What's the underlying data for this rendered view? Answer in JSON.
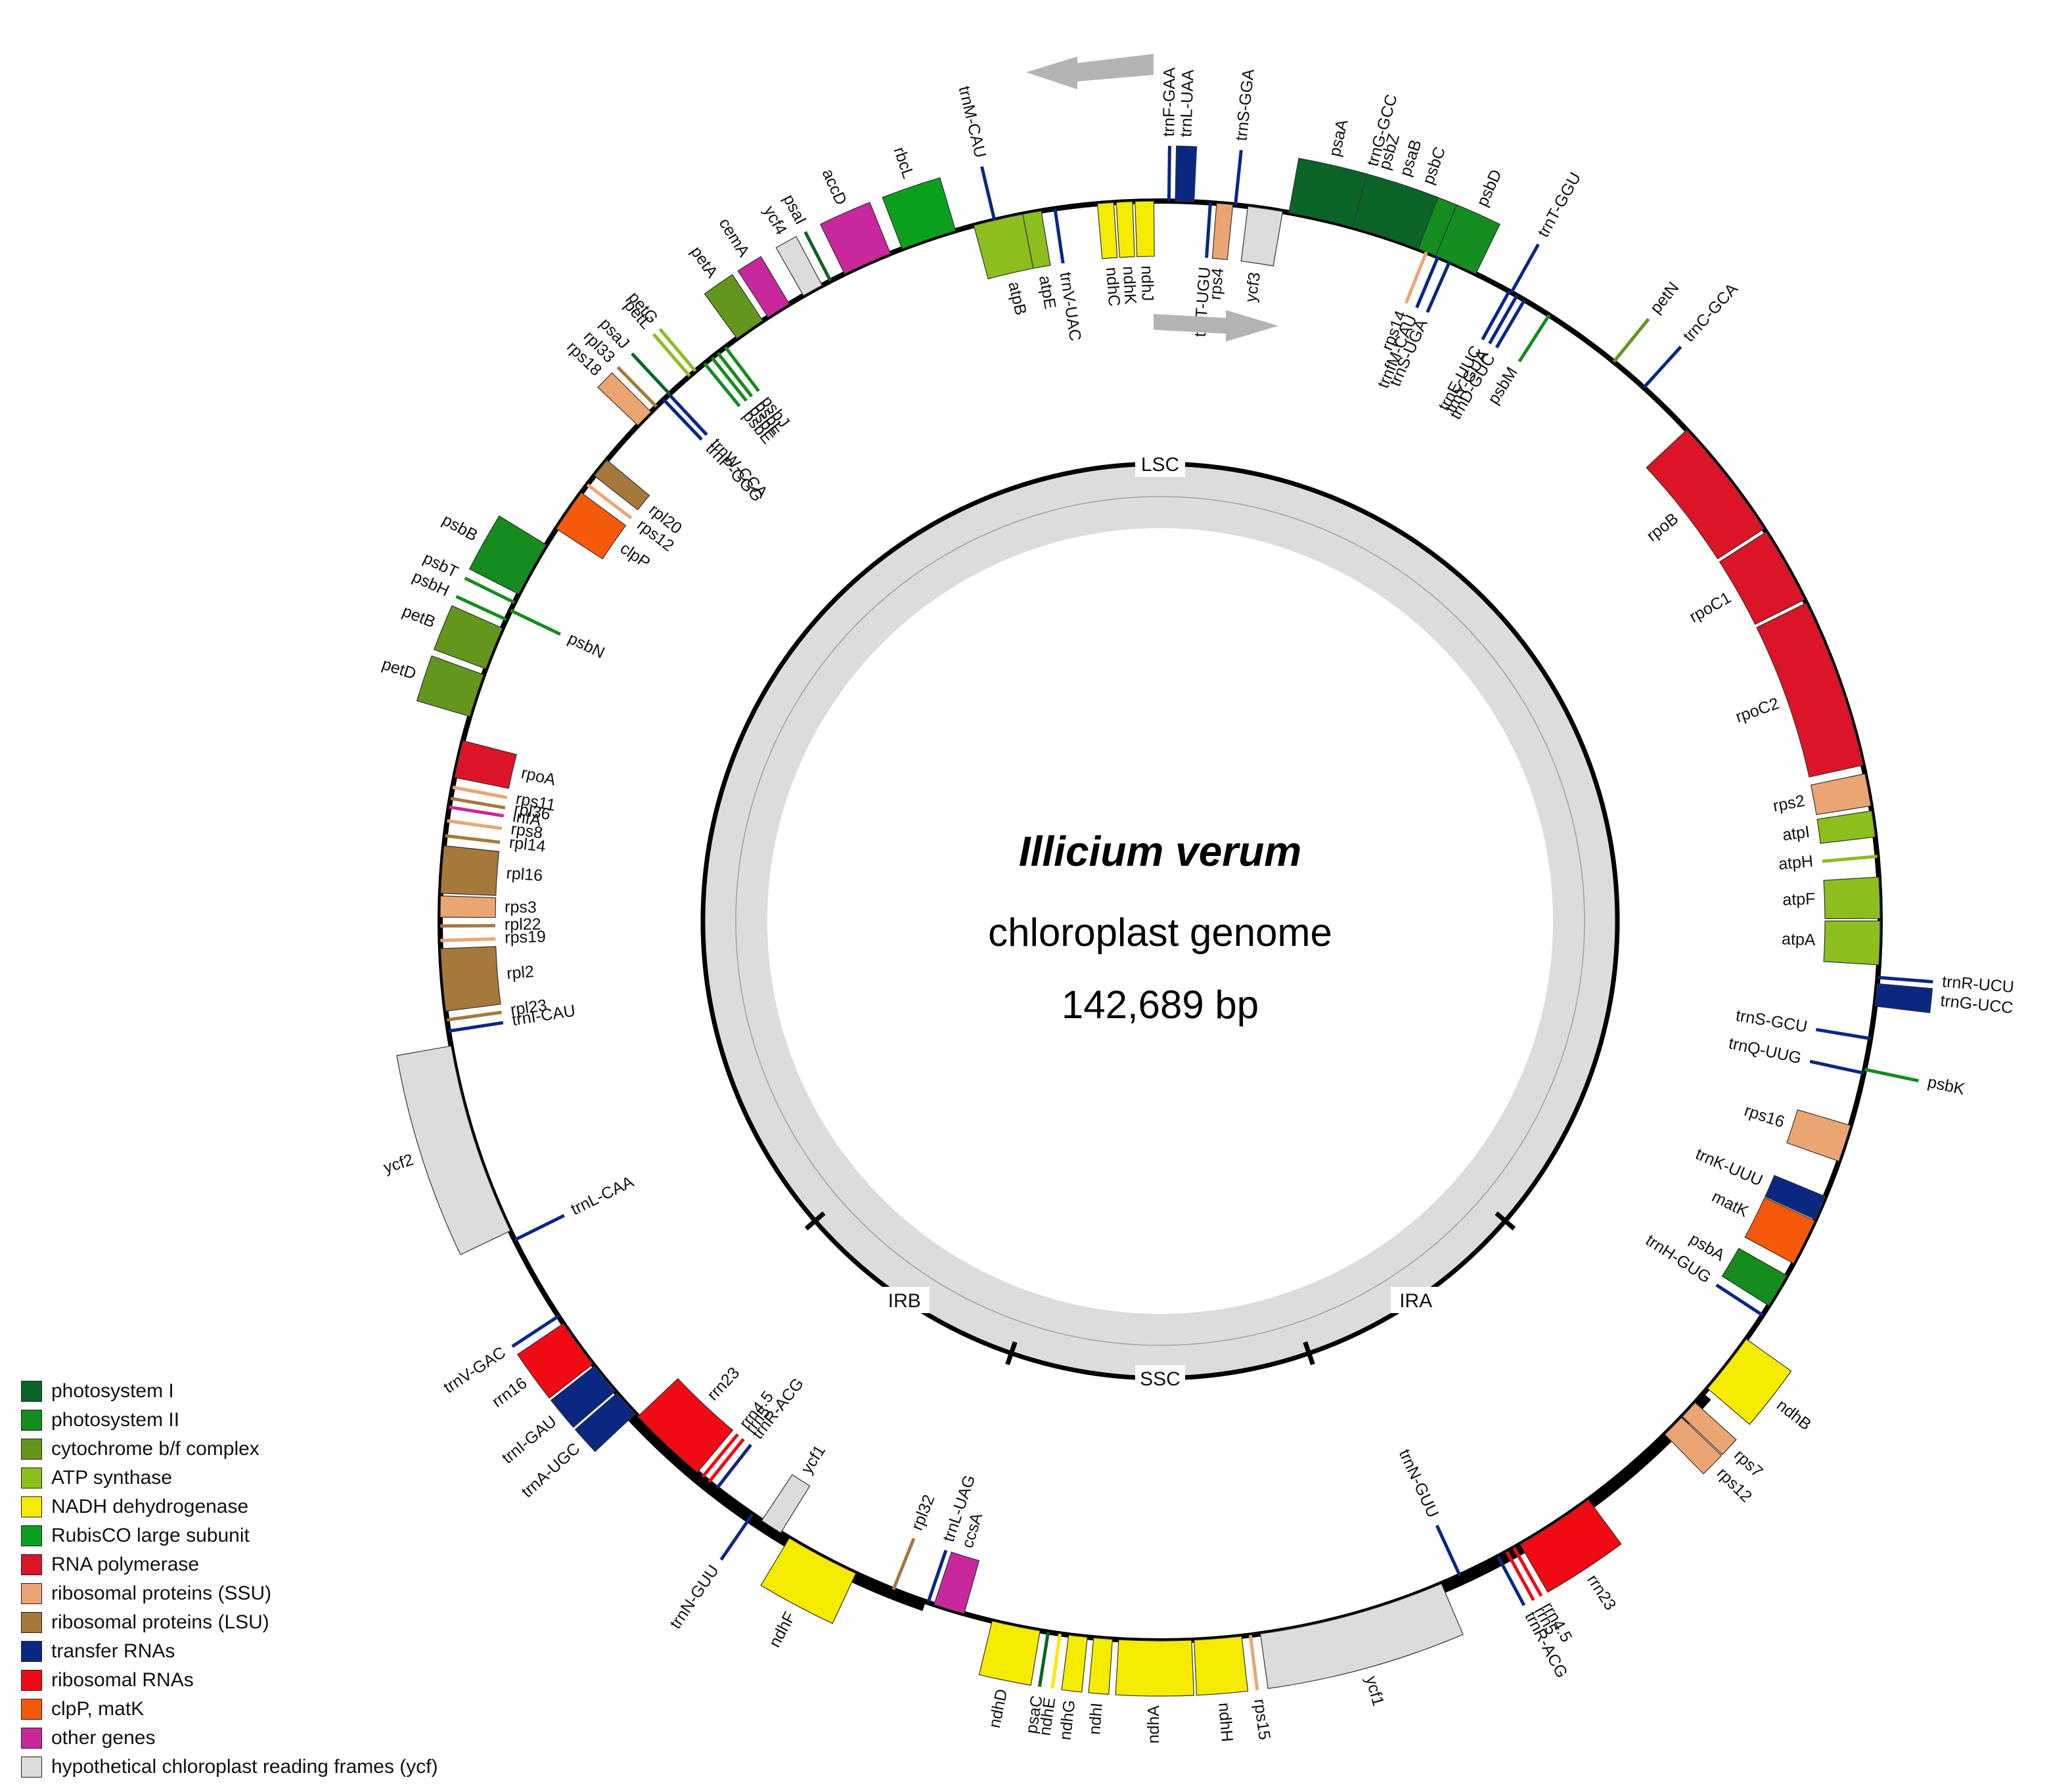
{
  "title": "Illicium verum",
  "subtitle": "chloroplast genome",
  "length": "142,689 bp",
  "regions": [
    {
      "label": "LSC",
      "angle": 0
    },
    {
      "label": "IRA",
      "angle": 146
    },
    {
      "label": "SSC",
      "angle": 180
    },
    {
      "label": "IRB",
      "angle": 214
    }
  ],
  "region_bounds": [
    131,
    161,
    199,
    229
  ],
  "legend": [
    {
      "label": "photosystem I",
      "color": "#0a6428"
    },
    {
      "label": "photosystem II",
      "color": "#148c1e"
    },
    {
      "label": "cytochrome b/f complex",
      "color": "#64961e"
    },
    {
      "label": "ATP synthase",
      "color": "#8cbe1e"
    },
    {
      "label": "NADH dehydrogenase",
      "color": "#f5eb00"
    },
    {
      "label": "RubisCO large subunit",
      "color": "#0aa01e"
    },
    {
      "label": "RNA polymerase",
      "color": "#dc1428"
    },
    {
      "label": "ribosomal proteins (SSU)",
      "color": "#eba573"
    },
    {
      "label": "ribosomal proteins (LSU)",
      "color": "#a5783c"
    },
    {
      "label": "transfer RNAs",
      "color": "#0a2882"
    },
    {
      "label": "ribosomal RNAs",
      "color": "#f00a14"
    },
    {
      "label": "clpP, matK",
      "color": "#f55a0a"
    },
    {
      "label": "other genes",
      "color": "#c8289b"
    },
    {
      "label": "hypothetical chloroplast reading frames (ycf)",
      "color": "#dcdcdc"
    }
  ],
  "genes": [
    {
      "name": "trnG-GCC",
      "cat": 9,
      "start": 15.5,
      "end": 16.0,
      "side": "out"
    },
    {
      "name": "psbZ",
      "cat": 1,
      "start": 16.3,
      "end": 17.0,
      "side": "out"
    },
    {
      "name": "psbC",
      "cat": 1,
      "start": 17.5,
      "end": 22.5,
      "side": "out"
    },
    {
      "name": "psbD",
      "cat": 1,
      "start": 22.5,
      "end": 26.0,
      "side": "out"
    },
    {
      "name": "trnT-GGU",
      "cat": 9,
      "start": 29.0,
      "end": 29.4,
      "side": "out"
    },
    {
      "name": "petN",
      "cat": 2,
      "start": 38.8,
      "end": 39.3,
      "side": "out"
    },
    {
      "name": "trnC-GCA",
      "cat": 9,
      "start": 42.0,
      "end": 42.4,
      "side": "out"
    },
    {
      "name": "rpoB",
      "cat": 6,
      "start": 47.0,
      "end": 57.0,
      "side": "in"
    },
    {
      "name": "rpoC1",
      "cat": 6,
      "start": 57.3,
      "end": 63.5,
      "side": "in"
    },
    {
      "name": "rpoC2",
      "cat": 6,
      "start": 63.8,
      "end": 77.5,
      "side": "in"
    },
    {
      "name": "rps2",
      "cat": 7,
      "start": 78.2,
      "end": 80.8,
      "side": "in"
    },
    {
      "name": "atpI",
      "cat": 3,
      "start": 81.2,
      "end": 83.3,
      "side": "in"
    },
    {
      "name": "atpH",
      "cat": 3,
      "start": 84.5,
      "end": 85.2,
      "side": "in"
    },
    {
      "name": "atpF",
      "cat": 3,
      "start": 86.5,
      "end": 89.8,
      "side": "in"
    },
    {
      "name": "atpA",
      "cat": 3,
      "start": 90.0,
      "end": 93.5,
      "side": "in"
    },
    {
      "name": "trnR-UCU",
      "cat": 9,
      "start": 94.3,
      "end": 94.7,
      "side": "out"
    },
    {
      "name": "trnG-UCC",
      "cat": 9,
      "start": 95.0,
      "end": 96.8,
      "side": "out"
    },
    {
      "name": "trnS-GCU",
      "cat": 9,
      "start": 99.2,
      "end": 99.6,
      "side": "in"
    },
    {
      "name": "trnQ-UUG",
      "cat": 9,
      "start": 102.0,
      "end": 102.4,
      "side": "in"
    },
    {
      "name": "psbK",
      "cat": 1,
      "start": 101.6,
      "end": 102.2,
      "side": "out"
    },
    {
      "name": "rps16",
      "cat": 7,
      "start": 106.5,
      "end": 109.5,
      "side": "in"
    },
    {
      "name": "trnK-UUU",
      "cat": 9,
      "start": 112.5,
      "end": 114.5,
      "side": "in"
    },
    {
      "name": "matK",
      "cat": 11,
      "start": 114.6,
      "end": 118.4,
      "side": "in"
    },
    {
      "name": "psbA",
      "cat": 1,
      "start": 119.5,
      "end": 122.3,
      "side": "in"
    },
    {
      "name": "trnH-GUG",
      "cat": 9,
      "start": 123.0,
      "end": 123.4,
      "side": "in"
    },
    {
      "name": "ndhB",
      "cat": 4,
      "start": 125.5,
      "end": 130.5,
      "side": "out"
    },
    {
      "name": "rps7",
      "cat": 7,
      "start": 132.0,
      "end": 133.5,
      "side": "out"
    },
    {
      "name": "rps12",
      "cat": 7,
      "start": 133.6,
      "end": 135.5,
      "side": "out"
    },
    {
      "name": "rrn23",
      "cat": 10,
      "start": 143.5,
      "end": 150.0,
      "side": "out"
    },
    {
      "name": "rrn4.5",
      "cat": 10,
      "start": 150.3,
      "end": 150.8,
      "side": "out"
    },
    {
      "name": "rrn5",
      "cat": 10,
      "start": 151.0,
      "end": 151.4,
      "side": "out"
    },
    {
      "name": "trnR-ACG",
      "cat": 9,
      "start": 151.8,
      "end": 152.2,
      "side": "out"
    },
    {
      "name": "trnN-GUU",
      "cat": 9,
      "start": 155.2,
      "end": 155.6,
      "side": "in"
    },
    {
      "name": "ycf1",
      "cat": 13,
      "start": 157.0,
      "end": 172.0,
      "side": "out"
    },
    {
      "name": "rps15",
      "cat": 7,
      "start": 172.3,
      "end": 173.3,
      "side": "out"
    },
    {
      "name": "ndhH",
      "cat": 4,
      "start": 173.5,
      "end": 177.3,
      "side": "out"
    },
    {
      "name": "ndhA",
      "cat": 4,
      "start": 177.5,
      "end": 183.3,
      "side": "out"
    },
    {
      "name": "ndhI",
      "cat": 4,
      "start": 183.8,
      "end": 185.3,
      "side": "out"
    },
    {
      "name": "ndhG",
      "cat": 4,
      "start": 185.8,
      "end": 187.3,
      "side": "out"
    },
    {
      "name": "ndhE",
      "cat": 4,
      "start": 187.6,
      "end": 188.4,
      "side": "out"
    },
    {
      "name": "psaC",
      "cat": 0,
      "start": 188.6,
      "end": 189.3,
      "side": "out"
    },
    {
      "name": "ndhD",
      "cat": 4,
      "start": 189.6,
      "end": 193.5,
      "side": "out"
    },
    {
      "name": "ccsA",
      "cat": 12,
      "start": 195.8,
      "end": 198.3,
      "side": "in"
    },
    {
      "name": "trnL-UAG",
      "cat": 9,
      "start": 198.6,
      "end": 199.0,
      "side": "in"
    },
    {
      "name": "rpl32",
      "cat": 8,
      "start": 201.5,
      "end": 202.0,
      "side": "in"
    },
    {
      "name": "ndhF",
      "cat": 4,
      "start": 205.0,
      "end": 211.0,
      "side": "out"
    },
    {
      "name": "ycf1",
      "cat": 13,
      "start": 211.8,
      "end": 213.6,
      "side": "in"
    },
    {
      "name": "trnN-GUU",
      "cat": 9,
      "start": 214.3,
      "end": 214.7,
      "side": "out"
    },
    {
      "name": "trnR-ACG",
      "cat": 9,
      "start": 217.8,
      "end": 218.2,
      "side": "in"
    },
    {
      "name": "rrn5",
      "cat": 10,
      "start": 218.6,
      "end": 219.0,
      "side": "in"
    },
    {
      "name": "rrn4.5",
      "cat": 10,
      "start": 219.2,
      "end": 219.7,
      "side": "in"
    },
    {
      "name": "rrn23",
      "cat": 10,
      "start": 220.0,
      "end": 226.5,
      "side": "in"
    },
    {
      "name": "trnA-UGC",
      "cat": 9,
      "start": 226.8,
      "end": 229.0,
      "side": "out"
    },
    {
      "name": "trnI-GAU",
      "cat": 9,
      "start": 229.2,
      "end": 231.8,
      "side": "out"
    },
    {
      "name": "rrn16",
      "cat": 10,
      "start": 232.0,
      "end": 236.0,
      "side": "out"
    },
    {
      "name": "trnV-GAC",
      "cat": 9,
      "start": 236.5,
      "end": 236.9,
      "side": "out"
    },
    {
      "name": "trnL-CAA",
      "cat": 9,
      "start": 243.5,
      "end": 243.9,
      "side": "in"
    },
    {
      "name": "ycf2",
      "cat": 13,
      "start": 244.5,
      "end": 260.0,
      "side": "out"
    },
    {
      "name": "trnI-CAU",
      "cat": 9,
      "start": 261.0,
      "end": 261.4,
      "side": "in"
    },
    {
      "name": "rpl23",
      "cat": 8,
      "start": 261.8,
      "end": 262.4,
      "side": "in"
    },
    {
      "name": "rpl2",
      "cat": 8,
      "start": 262.8,
      "end": 267.8,
      "side": "in"
    },
    {
      "name": "rps19",
      "cat": 7,
      "start": 268.0,
      "end": 268.9,
      "side": "in"
    },
    {
      "name": "rpl22",
      "cat": 8,
      "start": 269.1,
      "end": 270.1,
      "side": "in"
    },
    {
      "name": "rps3",
      "cat": 7,
      "start": 270.3,
      "end": 272.0,
      "side": "in"
    },
    {
      "name": "rpl16",
      "cat": 8,
      "start": 272.2,
      "end": 276.0,
      "side": "in"
    },
    {
      "name": "rpl14",
      "cat": 8,
      "start": 276.3,
      "end": 277.3,
      "side": "in"
    },
    {
      "name": "rps8",
      "cat": 7,
      "start": 277.5,
      "end": 278.5,
      "side": "in"
    },
    {
      "name": "infA",
      "cat": 12,
      "start": 278.8,
      "end": 279.4,
      "side": "in"
    },
    {
      "name": "rpl36",
      "cat": 8,
      "start": 279.6,
      "end": 280.0,
      "side": "in"
    },
    {
      "name": "rps11",
      "cat": 7,
      "start": 280.2,
      "end": 281.2,
      "side": "in"
    },
    {
      "name": "rpoA",
      "cat": 6,
      "start": 281.5,
      "end": 284.5,
      "side": "in"
    },
    {
      "name": "petD",
      "cat": 2,
      "start": 286.5,
      "end": 290.0,
      "side": "out"
    },
    {
      "name": "petB",
      "cat": 2,
      "start": 290.5,
      "end": 294.0,
      "side": "out"
    },
    {
      "name": "psbH",
      "cat": 1,
      "start": 294.5,
      "end": 295.0,
      "side": "out"
    },
    {
      "name": "psbN",
      "cat": 1,
      "start": 295.3,
      "end": 295.8,
      "side": "in"
    },
    {
      "name": "psbT",
      "cat": 1,
      "start": 296.0,
      "end": 296.5,
      "side": "out"
    },
    {
      "name": "psbB",
      "cat": 1,
      "start": 297.0,
      "end": 301.5,
      "side": "out"
    },
    {
      "name": "clpP",
      "cat": 11,
      "start": 303.0,
      "end": 306.5,
      "side": "in"
    },
    {
      "name": "rps12",
      "cat": 7,
      "start": 307.0,
      "end": 307.6,
      "side": "in"
    },
    {
      "name": "rpl20",
      "cat": 8,
      "start": 308.2,
      "end": 309.8,
      "side": "in"
    },
    {
      "name": "rps18",
      "cat": 7,
      "start": 313.5,
      "end": 315.0,
      "side": "out"
    },
    {
      "name": "rpl33",
      "cat": 8,
      "start": 315.2,
      "end": 316.0,
      "side": "out"
    },
    {
      "name": "psaJ",
      "cat": 0,
      "start": 316.8,
      "end": 317.3,
      "side": "out"
    },
    {
      "name": "trnP-GGG",
      "cat": 9,
      "start": 316.2,
      "end": 316.6,
      "side": "in"
    },
    {
      "name": "trnW-CCA",
      "cat": 9,
      "start": 316.8,
      "end": 317.2,
      "side": "in"
    },
    {
      "name": "petL",
      "cat": 3,
      "start": 319.0,
      "end": 319.4,
      "side": "out"
    },
    {
      "name": "petG",
      "cat": 3,
      "start": 319.6,
      "end": 320.0,
      "side": "out"
    },
    {
      "name": "psbE",
      "cat": 1,
      "start": 320.4,
      "end": 321.1,
      "side": "in"
    },
    {
      "name": "psbF",
      "cat": 1,
      "start": 321.3,
      "end": 321.7,
      "side": "in"
    },
    {
      "name": "psbL",
      "cat": 1,
      "start": 321.9,
      "end": 322.3,
      "side": "in"
    },
    {
      "name": "psbJ",
      "cat": 1,
      "start": 322.6,
      "end": 323.1,
      "side": "in"
    },
    {
      "name": "petA",
      "cat": 2,
      "start": 324.0,
      "end": 326.5,
      "side": "out"
    },
    {
      "name": "cemA",
      "cat": 12,
      "start": 327.0,
      "end": 329.0,
      "side": "out"
    },
    {
      "name": "ycf4",
      "cat": 13,
      "start": 330.3,
      "end": 332.0,
      "side": "out"
    },
    {
      "name": "psaI",
      "cat": 0,
      "start": 332.5,
      "end": 333.0,
      "side": "out"
    },
    {
      "name": "accD",
      "cat": 12,
      "start": 334.0,
      "end": 338.0,
      "side": "out"
    },
    {
      "name": "rbcL",
      "cat": 5,
      "start": 339.0,
      "end": 343.5,
      "side": "out"
    },
    {
      "name": "trnM-CAU",
      "cat": 9,
      "start": 346.5,
      "end": 346.9,
      "side": "out"
    },
    {
      "name": "atpB",
      "cat": 3,
      "start": 345.0,
      "end": 349.0,
      "side": "in"
    },
    {
      "name": "atpE",
      "cat": 3,
      "start": 349.0,
      "end": 350.5,
      "side": "in"
    },
    {
      "name": "trnV-UAC",
      "cat": 9,
      "start": 351.0,
      "end": 352.2,
      "side": "in"
    },
    {
      "name": "ndhC",
      "cat": 4,
      "start": 355.0,
      "end": 356.3,
      "side": "in"
    },
    {
      "name": "ndhK",
      "cat": 4,
      "start": 356.5,
      "end": 357.8,
      "side": "in"
    },
    {
      "name": "ndhJ",
      "cat": 4,
      "start": 358.0,
      "end": 359.5,
      "side": "in"
    },
    {
      "name": "trnF-GAA",
      "cat": 9,
      "start": 360.5,
      "end": 360.9,
      "side": "out"
    },
    {
      "name": "trnL-UAA",
      "cat": 9,
      "start": 361.2,
      "end": 362.7,
      "side": "out"
    },
    {
      "name": "trnT-UGU",
      "cat": 9,
      "start": 363.8,
      "end": 364.2,
      "side": "in"
    },
    {
      "name": "rps4",
      "cat": 7,
      "start": 364.5,
      "end": 365.8,
      "side": "in"
    },
    {
      "name": "trnS-GGA",
      "cat": 9,
      "start": 365.8,
      "end": 366.2,
      "side": "out"
    },
    {
      "name": "ycf3",
      "cat": 13,
      "start": 367.0,
      "end": 369.8,
      "side": "in"
    },
    {
      "name": "psaA",
      "cat": 0,
      "start": 370.3,
      "end": 375.5,
      "side": "out"
    },
    {
      "name": "psaB",
      "cat": 0,
      "start": 375.5,
      "end": 381.0,
      "side": "out"
    },
    {
      "name": "rps14",
      "cat": 7,
      "start": 381.2,
      "end": 382.2,
      "side": "in"
    },
    {
      "name": "trnfM-CAU",
      "cat": 9,
      "start": 382.5,
      "end": 382.9,
      "side": "in"
    },
    {
      "name": "trnS-UGA",
      "cat": 9,
      "start": 383.5,
      "end": 383.9,
      "side": "in"
    },
    {
      "name": "trnE-UUC",
      "cat": 9,
      "start": 388.8,
      "end": 389.2,
      "side": "in"
    },
    {
      "name": "trnY-GUA",
      "cat": 9,
      "start": 389.5,
      "end": 389.9,
      "side": "in"
    },
    {
      "name": "trnD-GUC",
      "cat": 9,
      "start": 390.2,
      "end": 390.6,
      "side": "in"
    },
    {
      "name": "psbM",
      "cat": 1,
      "start": 392.5,
      "end": 392.9,
      "side": "in"
    }
  ]
}
